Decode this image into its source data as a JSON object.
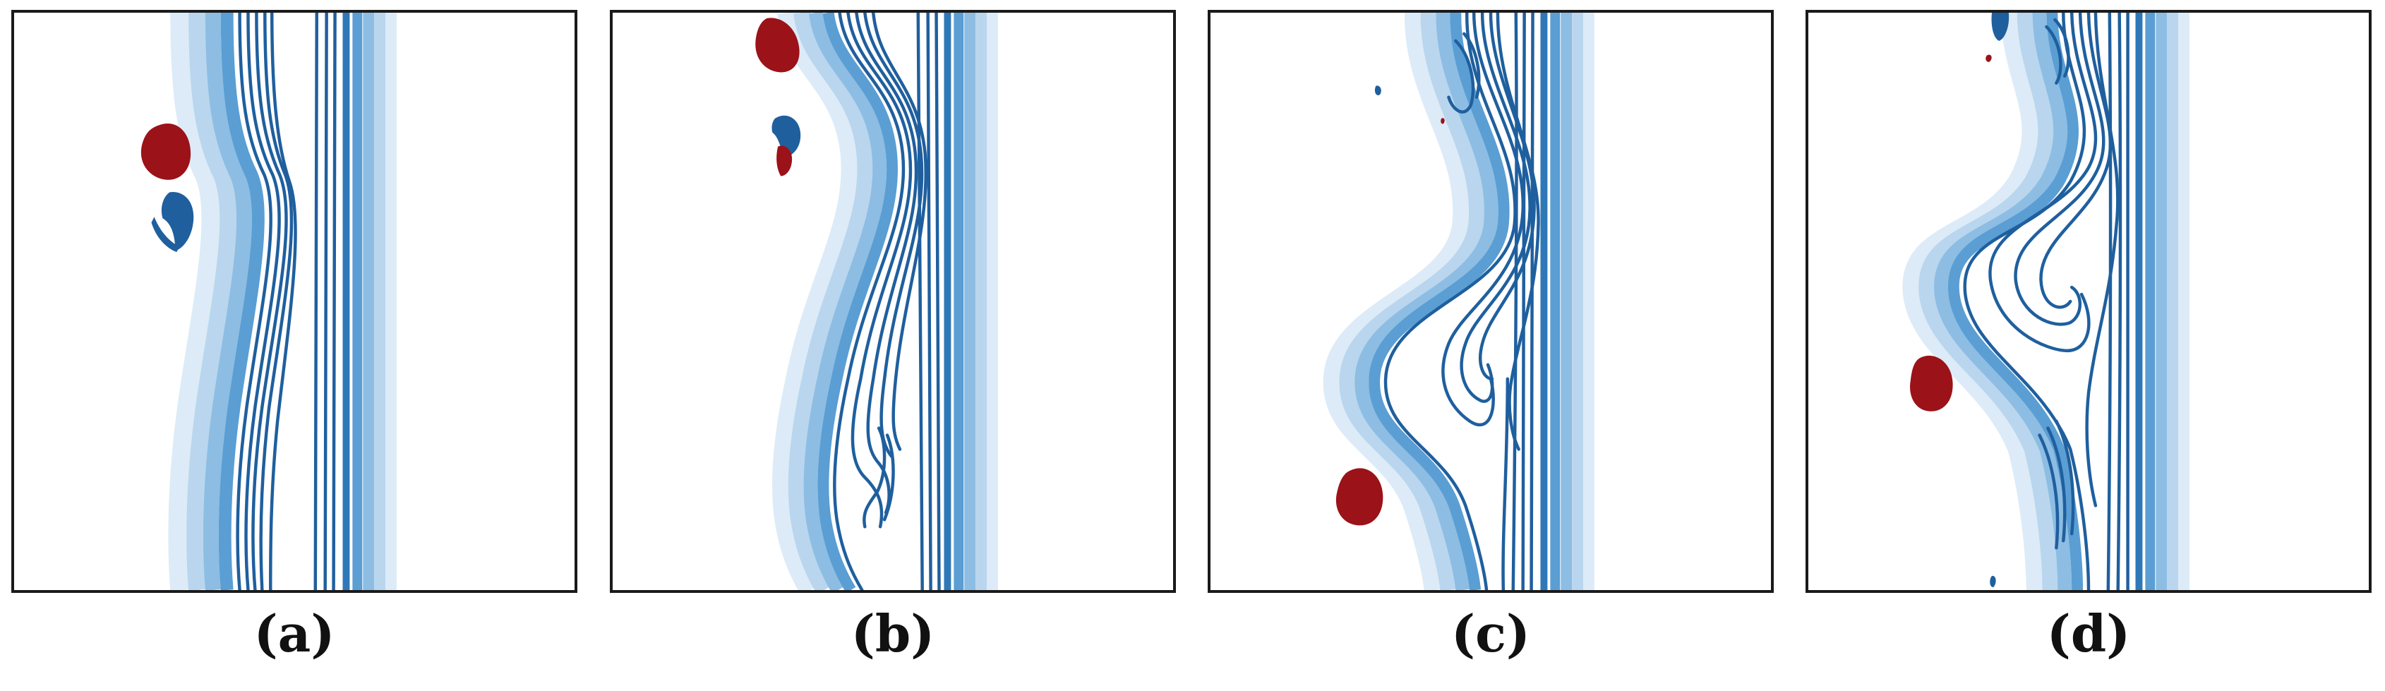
{
  "figure": {
    "panels": [
      {
        "id": "a",
        "label": "(a)"
      },
      {
        "id": "b",
        "label": "(b)"
      },
      {
        "id": "c",
        "label": "(c)"
      },
      {
        "id": "d",
        "label": "(d)"
      }
    ]
  },
  "colors": {
    "contour_dark": "#1f5f9e",
    "contour_light": "#d9e9f6",
    "vortex_red": "#9b1218",
    "vortex_blue": "#1f5f9e",
    "frame": "#1a1a1a"
  }
}
